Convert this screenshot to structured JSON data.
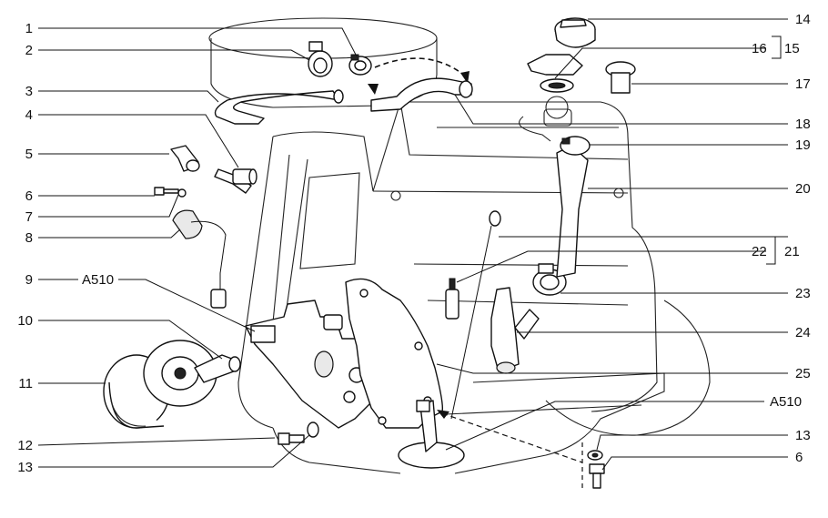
{
  "callouts": [
    {
      "id": "c1",
      "text": "1"
    },
    {
      "id": "c2",
      "text": "2"
    },
    {
      "id": "c3",
      "text": "3"
    },
    {
      "id": "c4",
      "text": "4"
    },
    {
      "id": "c5",
      "text": "5"
    },
    {
      "id": "c6",
      "text": "6"
    },
    {
      "id": "c7",
      "text": "7"
    },
    {
      "id": "c8",
      "text": "8"
    },
    {
      "id": "c9",
      "text": "9"
    },
    {
      "id": "c9code",
      "text": "A510"
    },
    {
      "id": "c10",
      "text": "10"
    },
    {
      "id": "c11",
      "text": "11"
    },
    {
      "id": "c12",
      "text": "12"
    },
    {
      "id": "c13a",
      "text": "13"
    },
    {
      "id": "c14",
      "text": "14"
    },
    {
      "id": "c15",
      "text": "15"
    },
    {
      "id": "c16",
      "text": "16"
    },
    {
      "id": "c17",
      "text": "17"
    },
    {
      "id": "c18",
      "text": "18"
    },
    {
      "id": "c19",
      "text": "19"
    },
    {
      "id": "c20",
      "text": "20"
    },
    {
      "id": "c21",
      "text": "21"
    },
    {
      "id": "c22",
      "text": "22"
    },
    {
      "id": "c23",
      "text": "23"
    },
    {
      "id": "c24",
      "text": "24"
    },
    {
      "id": "c25",
      "text": "25"
    },
    {
      "id": "cA510",
      "text": "A510"
    },
    {
      "id": "c13b",
      "text": "13"
    },
    {
      "id": "c6b",
      "text": "6"
    }
  ]
}
